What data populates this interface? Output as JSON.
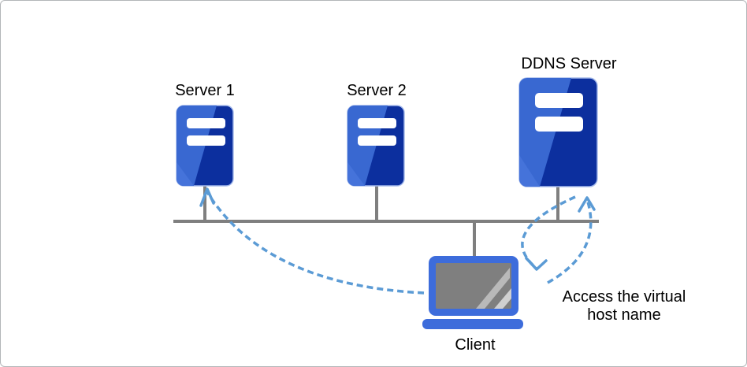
{
  "frame": {
    "background": "#FFFFFF",
    "border_color": "#B3B6B9"
  },
  "diagram": {
    "nodes": {
      "server1": {
        "label": "Server 1",
        "icon": "server-icon"
      },
      "server2": {
        "label": "Server 2",
        "icon": "server-icon"
      },
      "ddns": {
        "label": "DDNS Server",
        "icon": "server-icon"
      },
      "client": {
        "label": "Client",
        "icon": "laptop-icon"
      }
    },
    "annotation": {
      "line1": "Access the virtual",
      "line2": "host name"
    },
    "colors": {
      "server_dark": "#0C2F9E",
      "server_light": "#3968D1",
      "server_wedge": "#4573DA",
      "server_halo": "#A7BCEC",
      "server_panel": "#FFFFFF",
      "laptop_blue": "#3D6CDB",
      "screen_gray": "#7F7F7F",
      "screen_stripe": "#B9B9B9",
      "screen_stripe2": "#D0D0D0",
      "network_gray": "#7F7F7F",
      "arrow_blue": "#5B9BD5",
      "label_text": "#000000",
      "frame_bg": "#FFFFFF",
      "frame_border": "#B3B6B9"
    }
  }
}
